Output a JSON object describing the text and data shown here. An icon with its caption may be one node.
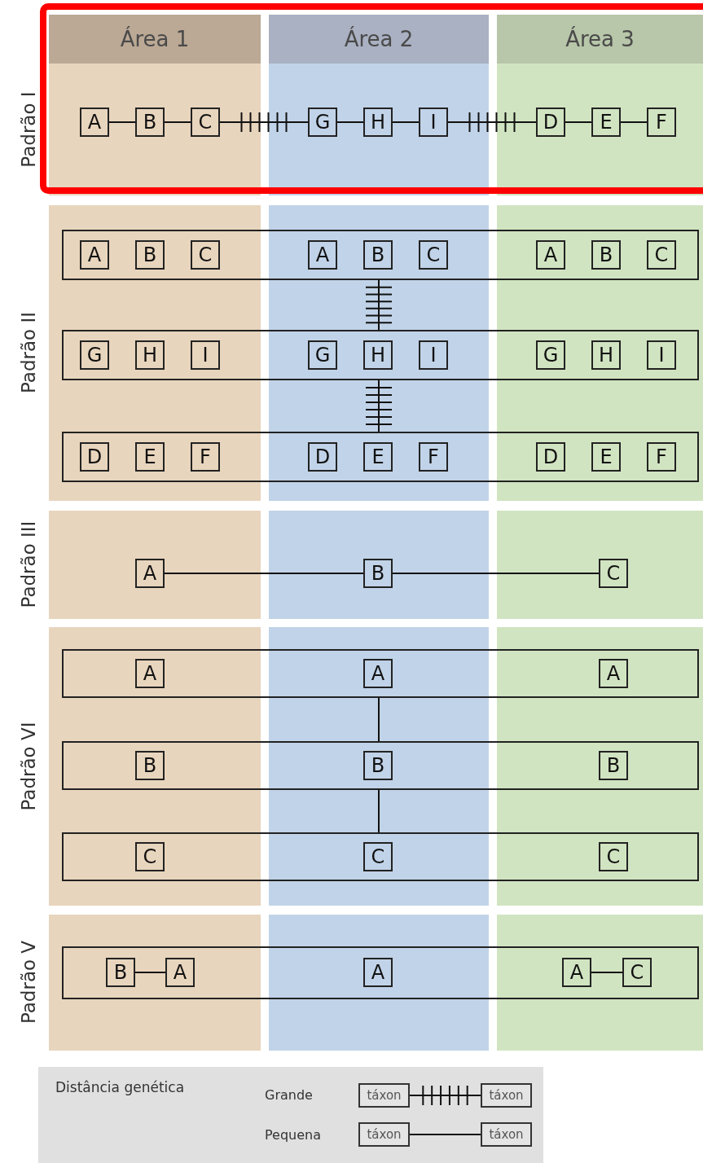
{
  "diagram": {
    "nodes": [
      {
        "text": [
          "Área 1"
        ]
      },
      {
        "text": [
          "Área 2"
        ]
      },
      {
        "text": [
          "Área 3"
        ]
      },
      {
        "text": [
          "A"
        ]
      },
      {
        "text": [
          "B"
        ]
      },
      {
        "text": [
          "C"
        ]
      },
      {
        "text": [
          "G"
        ]
      },
      {
        "text": [
          "H"
        ]
      },
      {
        "text": [
          "I"
        ]
      },
      {
        "text": [
          "D"
        ]
      },
      {
        "text": [
          "E"
        ]
      },
      {
        "text": [
          "F"
        ]
      },
      {
        "text": [],
        "shape": "box"
      },
      {
        "text": [
          "A"
        ],
        "in": 12
      },
      {
        "text": [
          "B"
        ],
        "in": 12
      },
      {
        "text": [
          "C"
        ],
        "in": 12
      },
      {
        "text": [
          "A"
        ],
        "in": 12
      },
      {
        "text": [
          "B"
        ],
        "in": 12
      },
      {
        "text": [
          "C"
        ],
        "in": 12
      },
      {
        "text": [
          "A"
        ],
        "in": 12
      },
      {
        "text": [
          "B"
        ],
        "in": 12
      },
      {
        "text": [
          "C"
        ],
        "in": 12
      },
      {
        "text": [],
        "shape": "box"
      },
      {
        "text": [
          "G"
        ],
        "in": 22
      },
      {
        "text": [
          "H"
        ],
        "in": 22
      },
      {
        "text": [
          "I"
        ],
        "in": 22
      },
      {
        "text": [
          "G"
        ],
        "in": 22
      },
      {
        "text": [
          "H"
        ],
        "in": 22
      },
      {
        "text": [
          "I"
        ],
        "in": 22
      },
      {
        "text": [
          "G"
        ],
        "in": 22
      },
      {
        "text": [
          "H"
        ],
        "in": 22
      },
      {
        "text": [
          "I"
        ],
        "in": 22
      },
      {
        "text": [],
        "shape": "box"
      },
      {
        "text": [
          "D"
        ],
        "in": 32
      },
      {
        "text": [
          "E"
        ],
        "in": 32
      },
      {
        "text": [
          "F"
        ],
        "in": 32
      },
      {
        "text": [
          "D"
        ],
        "in": 32
      },
      {
        "text": [
          "E"
        ],
        "in": 32
      },
      {
        "text": [
          "F"
        ],
        "in": 32
      },
      {
        "text": [
          "D"
        ],
        "in": 32
      },
      {
        "text": [
          "E"
        ],
        "in": 32
      },
      {
        "text": [
          "F"
        ],
        "in": 32
      },
      {
        "text": [
          "A"
        ]
      },
      {
        "text": [
          "B"
        ]
      },
      {
        "text": [
          "C"
        ]
      },
      {
        "text": [],
        "shape": "box"
      },
      {
        "text": [
          "A"
        ],
        "in": 45
      },
      {
        "text": [
          "A"
        ],
        "in": 45
      },
      {
        "text": [
          "A"
        ],
        "in": 45
      },
      {
        "text": [],
        "shape": "box"
      },
      {
        "text": [
          "B"
        ],
        "in": 49
      },
      {
        "text": [
          "B"
        ],
        "in": 49
      },
      {
        "text": [
          "B"
        ],
        "in": 49
      },
      {
        "text": [],
        "shape": "box"
      },
      {
        "text": [
          "C"
        ],
        "in": 53
      },
      {
        "text": [
          "C"
        ],
        "in": 53
      },
      {
        "text": [
          "C"
        ],
        "in": 53
      },
      {
        "text": [],
        "shape": "box"
      },
      {
        "text": [
          "B"
        ],
        "in": 57
      },
      {
        "text": [
          "A"
        ],
        "in": 57
      },
      {
        "text": [
          "A"
        ],
        "in": 57
      },
      {
        "text": [
          "A"
        ],
        "in": 57
      },
      {
        "text": [
          "C"
        ],
        "in": 57
      },
      {
        "text": [
          "táxon"
        ]
      },
      {
        "text": [
          "táxon"
        ]
      },
      {
        "text": [
          "táxon"
        ]
      },
      {
        "text": [
          "táxon"
        ]
      }
    ],
    "edges": [
      {
        "from": 3,
        "to": 4,
        "arrow": "none"
      },
      {
        "from": 4,
        "to": 5,
        "arrow": "none"
      },
      {
        "from": 5,
        "to": 6,
        "arrow": "none"
      },
      {
        "from": 6,
        "to": 7,
        "arrow": "none"
      },
      {
        "from": 7,
        "to": 8,
        "arrow": "none"
      },
      {
        "from": 8,
        "to": 9,
        "arrow": "none"
      },
      {
        "from": 9,
        "to": 10,
        "arrow": "none"
      },
      {
        "from": 10,
        "to": 11,
        "arrow": "none"
      },
      {
        "from": 12,
        "to": 22,
        "arrow": "none"
      },
      {
        "from": 22,
        "to": 32,
        "arrow": "none"
      },
      {
        "from": 42,
        "to": 43,
        "arrow": "none"
      },
      {
        "from": 43,
        "to": 44,
        "arrow": "none"
      },
      {
        "from": 45,
        "to": 49,
        "arrow": "none"
      },
      {
        "from": 49,
        "to": 53,
        "arrow": "none"
      },
      {
        "from": 58,
        "to": 59,
        "arrow": "none"
      },
      {
        "from": 61,
        "to": 62,
        "arrow": "none"
      },
      {
        "from": 63,
        "to": 64,
        "arrow": "none"
      },
      {
        "from": 65,
        "to": 66,
        "arrow": "none"
      }
    ],
    "labels": [
      "Padrão I",
      "Padrão II",
      "Padrão III",
      "Padrão VI",
      "Padrão V",
      "Distância genética"
    ],
    "legend": [
      {
        "text": "Grande"
      },
      {
        "text": "Pequena"
      }
    ]
  }
}
